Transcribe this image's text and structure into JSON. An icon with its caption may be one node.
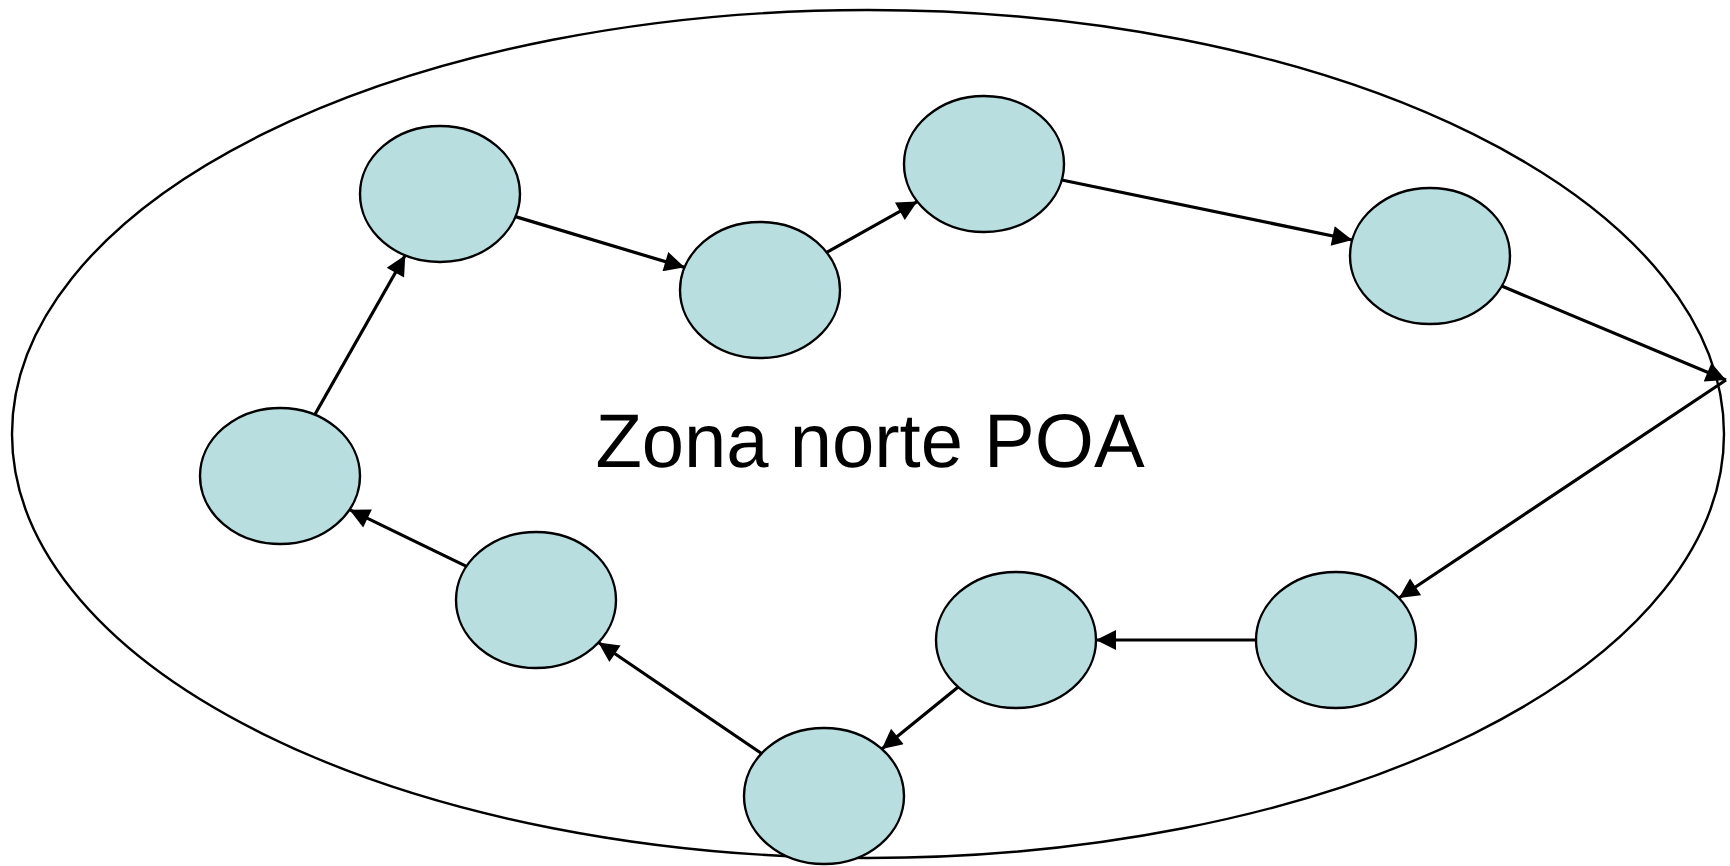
{
  "diagram": {
    "nodes": [
      {
        "text": [
          "Zona norte POA"
        ]
      },
      {
        "text": [],
        "shape": "circle",
        "in": 0
      },
      {
        "text": [],
        "shape": "circle",
        "in": 0
      },
      {
        "text": [],
        "shape": "circle",
        "in": 0
      },
      {
        "text": [],
        "shape": "circle",
        "in": 0
      },
      {
        "text": [],
        "shape": "circle",
        "in": 0
      },
      {
        "text": [],
        "shape": "circle",
        "in": 0
      },
      {
        "text": [],
        "shape": "circle",
        "in": 0
      },
      {
        "text": [],
        "shape": "circle",
        "in": 0
      },
      {
        "text": [],
        "shape": "circle",
        "in": 0
      }
    ],
    "edges": [
      {
        "from": 1,
        "to": 2,
        "arrow": "to"
      },
      {
        "from": 2,
        "to": 4,
        "arrow": "to"
      },
      {
        "from": 4,
        "to": 6,
        "arrow": "to"
      },
      {
        "from": 6,
        "to": 9,
        "arrow": "to"
      },
      {
        "from": 9,
        "to": 0,
        "arrow": "to"
      },
      {
        "from": 0,
        "to": 8,
        "arrow": "to"
      },
      {
        "from": 8,
        "to": 7,
        "arrow": "to"
      },
      {
        "from": 7,
        "to": 5,
        "arrow": "to"
      },
      {
        "from": 5,
        "to": 3,
        "arrow": "to"
      },
      {
        "from": 3,
        "to": 1,
        "arrow": "to"
      }
    ]
  }
}
